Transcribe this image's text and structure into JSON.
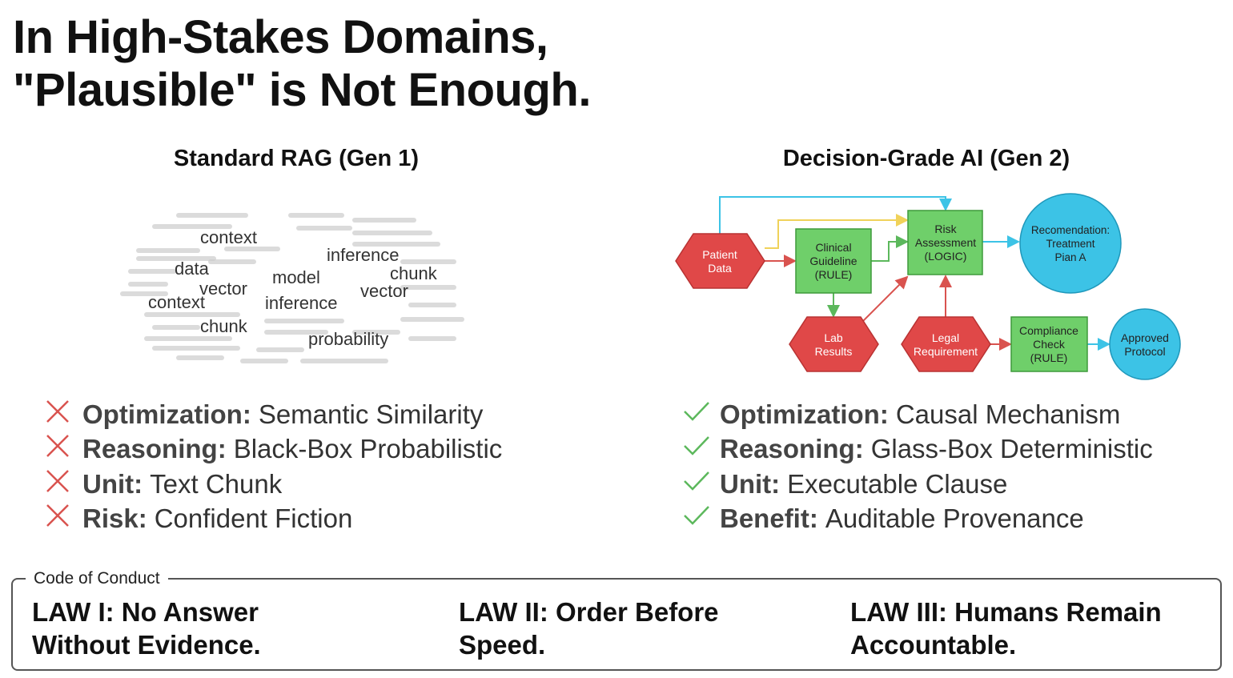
{
  "title": {
    "line1": "In High-Stakes Domains,",
    "line2": "\"Plausible\" is Not Enough."
  },
  "left": {
    "heading": "Standard RAG (Gen 1)",
    "word_cloud": [
      "context",
      "data",
      "model",
      "inference",
      "chunk",
      "vector",
      "context",
      "inference",
      "vector",
      "chunk",
      "probability"
    ],
    "bullets": [
      {
        "icon": "x-icon",
        "label": "Optimization:",
        "value": "Semantic Similarity"
      },
      {
        "icon": "x-icon",
        "label": "Reasoning:",
        "value": "Black-Box Probabilistic"
      },
      {
        "icon": "x-icon",
        "label": "Unit:",
        "value": "Text Chunk"
      },
      {
        "icon": "x-icon",
        "label": "Risk:",
        "value": "Confident Fiction"
      }
    ]
  },
  "right": {
    "heading": "Decision-Grade AI (Gen 2)",
    "diagram": {
      "patient": [
        "Patient",
        "Data"
      ],
      "clinical": [
        "Clinical",
        "Guideline",
        "(RULE)"
      ],
      "risk": [
        "Risk",
        "Assessment",
        "(LOGIC)"
      ],
      "recommendation": [
        "Recomendation:",
        "Treatment",
        "Pian A"
      ],
      "lab": [
        "Lab",
        "Results"
      ],
      "legal": [
        "Legal",
        "Requirement"
      ],
      "compliance": [
        "Compliance",
        "Check",
        "(RULE)"
      ],
      "approved": [
        "Approved",
        "Protocol"
      ]
    },
    "bullets": [
      {
        "icon": "check-icon",
        "label": "Optimization:",
        "value": "Causal Mechanism"
      },
      {
        "icon": "check-icon",
        "label": "Reasoning:",
        "value": "Glass-Box Deterministic"
      },
      {
        "icon": "check-icon",
        "label": "Unit:",
        "value": "Executable Clause"
      },
      {
        "icon": "check-icon",
        "label": "Benefit:",
        "value": "Auditable Provenance"
      }
    ]
  },
  "code_of_conduct": {
    "legend": "Code of Conduct",
    "laws": [
      [
        "LAW I: No Answer",
        "Without Evidence."
      ],
      [
        "LAW II: Order Before",
        "Speed."
      ],
      [
        "LAW III: Humans Remain",
        "Accountable."
      ]
    ]
  },
  "colors": {
    "red": "#e04848",
    "green": "#6fcf6a",
    "cyan": "#3cc3e6",
    "yellow": "#f0d25a",
    "x": "#d9534f",
    "check": "#5cb85c"
  }
}
